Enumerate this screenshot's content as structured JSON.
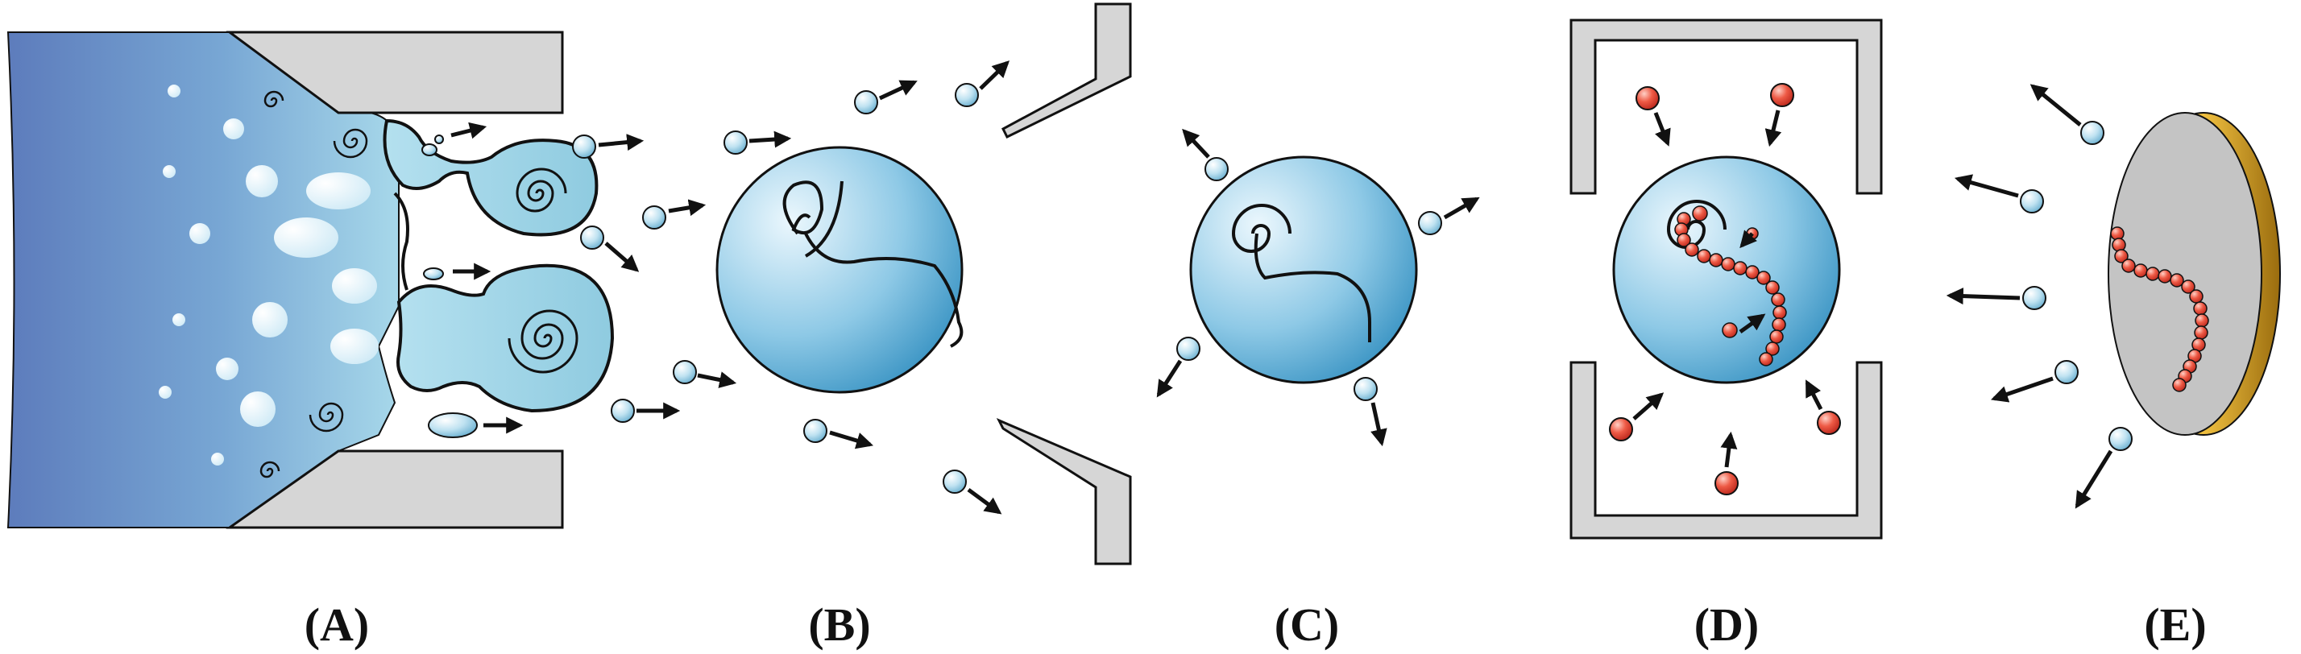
{
  "panels": [
    {
      "id": "A",
      "label": "(A)"
    },
    {
      "id": "B",
      "label": "(B)"
    },
    {
      "id": "C",
      "label": "(C)"
    },
    {
      "id": "D",
      "label": "(D)"
    },
    {
      "id": "E",
      "label": "(E)"
    }
  ],
  "colors": {
    "liquid_dark": "#5f7fbd",
    "liquid_light": "#9fd2e6",
    "plate_gray": "#d6d6d6",
    "droplet_core": "#3a95c4",
    "droplet_highlight": "#eaf6fc",
    "solvent_ball": "#a9d4e8",
    "reagent_ball": "#d8362a",
    "gold_edge": "#d8a31c",
    "outline": "#111111"
  }
}
